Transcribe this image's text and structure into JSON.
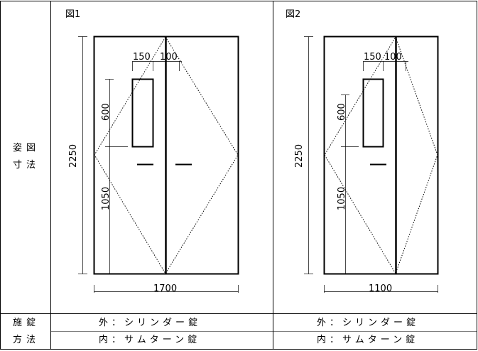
{
  "table": {
    "row1_label_line1": "姿図",
    "row1_label_line2": "寸法",
    "row2_label_line1": "施錠",
    "row2_label_line2": "方法"
  },
  "figure1": {
    "title": "図1",
    "dim_width": "1700",
    "dim_height": "2250",
    "dim_150": "150",
    "dim_100": "100",
    "dim_600": "600",
    "dim_1050": "1050"
  },
  "figure2": {
    "title": "図2",
    "dim_width": "1100",
    "dim_height": "2250",
    "dim_150": "150",
    "dim_100": "100",
    "dim_600": "600",
    "dim_1050": "1050"
  },
  "lock1": {
    "outside": "外：シリンダー錠",
    "inside": "内：サムターン錠"
  },
  "lock2": {
    "outside": "外：シリンダー錠",
    "inside": "内：サムターン錠"
  }
}
